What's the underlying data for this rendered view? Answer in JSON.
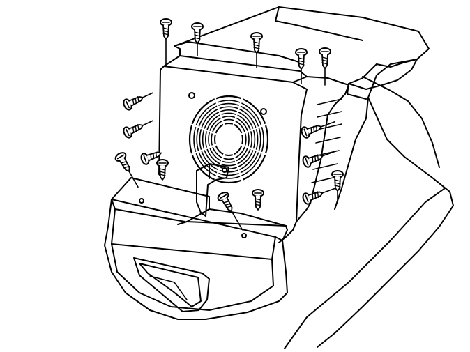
{
  "figure": {
    "type": "technical-line-drawing",
    "subject": "console-fan-assembly-screw-removal",
    "colors": {
      "line": "#000000",
      "background": "#ffffff"
    },
    "labels": []
  },
  "parts": {
    "console_body": {
      "icon": "console-outline"
    },
    "fan_housing": {
      "icon": "fan-housing"
    },
    "fan_grille": {
      "icon": "fan-grille",
      "grille_rings": 7
    },
    "front_tray": {
      "icon": "front-tray"
    },
    "handle_recess": {
      "icon": "handle-recess"
    },
    "bracket": {
      "icon": "center-bracket"
    },
    "rear_trim": {
      "icon": "rear-trim"
    }
  },
  "fasteners": {
    "screw_count": 16,
    "icon": "screw-icon"
  }
}
